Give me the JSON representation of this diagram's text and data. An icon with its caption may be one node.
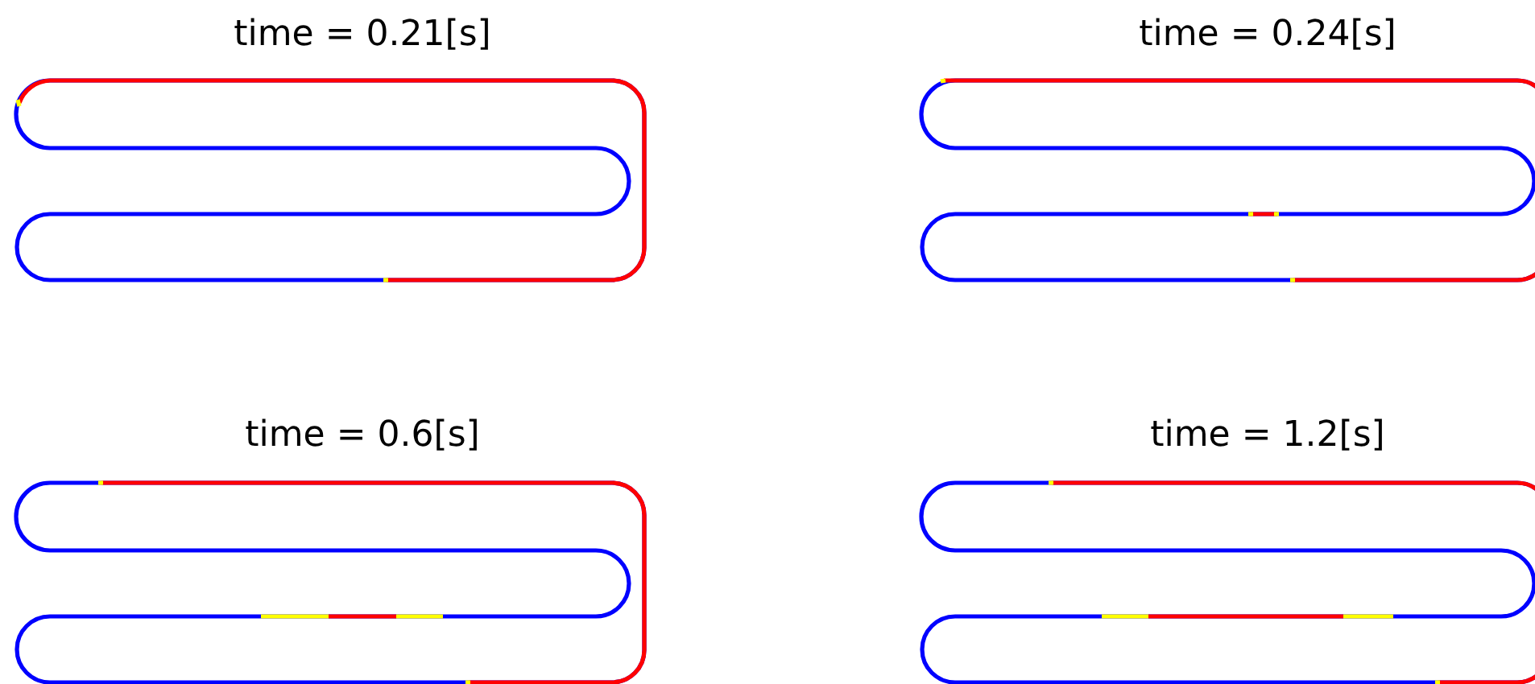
{
  "diagram": {
    "labels": [
      "time = 0.21[s]",
      "time = 0.24[s]",
      "time = 0.6[s]",
      "time = 1.2[s]"
    ]
  }
}
